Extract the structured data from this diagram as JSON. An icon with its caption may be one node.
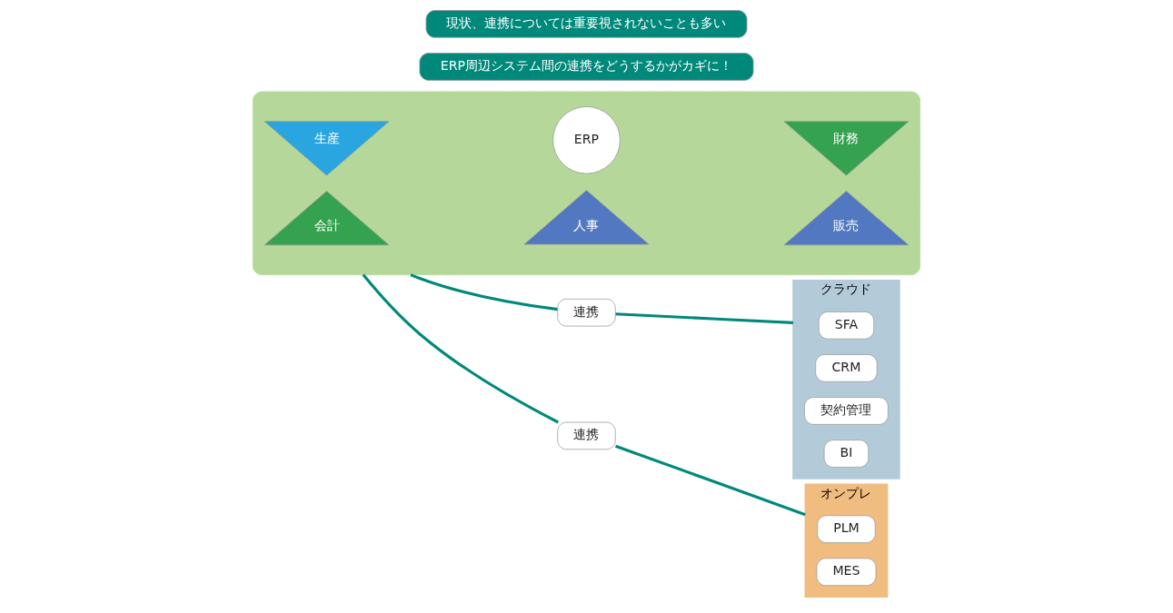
{
  "diagram": {
    "nodes": [
      {
        "text": [],
        "shape": "box"
      },
      {
        "text": [
          "会計"
        ],
        "in": 0
      },
      {
        "text": [
          "販売"
        ],
        "in": 0
      },
      {
        "text": [
          "生産"
        ],
        "in": 0
      },
      {
        "text": [
          "ERP"
        ],
        "in": 0
      },
      {
        "text": [
          "財務"
        ],
        "in": 0
      },
      {
        "text": [
          "人事"
        ],
        "in": 0
      },
      {
        "text": [
          "ERP周辺システム間の連携をどうするかがカギに！"
        ]
      },
      {
        "text": [
          "連携"
        ]
      },
      {
        "text": [
          "クラウド"
        ]
      },
      {
        "text": [
          "SFA"
        ],
        "in": 9
      },
      {
        "text": [
          "CRM"
        ],
        "in": 9
      },
      {
        "text": [
          "契約管理"
        ],
        "in": 9
      },
      {
        "text": [
          "BI"
        ],
        "in": 9
      },
      {
        "text": [
          "現状、連携については重要視されないことも多い"
        ]
      },
      {
        "text": [
          "連携"
        ]
      },
      {
        "text": [
          "オンプレ"
        ]
      },
      {
        "text": [
          "PLM"
        ],
        "in": 16
      },
      {
        "text": [
          "MES"
        ],
        "in": 16
      }
    ],
    "edges": [
      {
        "from": 0,
        "to": 8,
        "arrow": "none"
      },
      {
        "from": 8,
        "to": 9,
        "arrow": "none"
      },
      {
        "from": 0,
        "to": 15,
        "arrow": "none"
      },
      {
        "from": 15,
        "to": 16,
        "arrow": "none"
      }
    ]
  }
}
